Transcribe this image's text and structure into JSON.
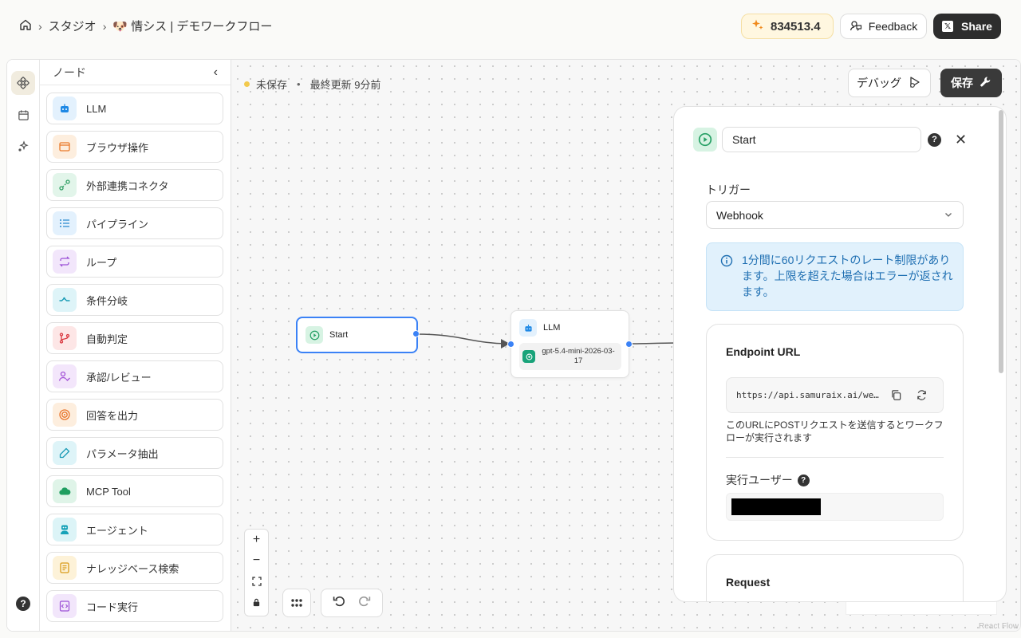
{
  "breadcrumb": {
    "home_icon": "home-icon",
    "studio": "スタジオ",
    "workflow": "🐶 情シス | デモワークフロー"
  },
  "header": {
    "credits": "834513.4",
    "feedback_label": "Feedback",
    "share_label": "Share"
  },
  "sidebar": {
    "title": "ノード",
    "items": [
      {
        "label": "LLM",
        "icon": "robot-icon",
        "color": "#1e88e5",
        "bg": "#e3f1fd"
      },
      {
        "label": "ブラウザ操作",
        "icon": "browser-icon",
        "color": "#ea7a2a",
        "bg": "#fdeede"
      },
      {
        "label": "外部連携コネクタ",
        "icon": "connector-icon",
        "color": "#2e9e63",
        "bg": "#e2f5ea"
      },
      {
        "label": "パイプライン",
        "icon": "list-icon",
        "color": "#2b8bd0",
        "bg": "#e3f1fd"
      },
      {
        "label": "ループ",
        "icon": "loop-icon",
        "color": "#9b4fd6",
        "bg": "#f2e6fb"
      },
      {
        "label": "条件分岐",
        "icon": "branch-icon",
        "color": "#1a9bb5",
        "bg": "#def4f8"
      },
      {
        "label": "自動判定",
        "icon": "fork-icon",
        "color": "#d9363e",
        "bg": "#fde6e6"
      },
      {
        "label": "承認/レビュー",
        "icon": "user-check-icon",
        "color": "#a24fd6",
        "bg": "#f3e6fb"
      },
      {
        "label": "回答を出力",
        "icon": "target-icon",
        "color": "#e8742a",
        "bg": "#fdeede"
      },
      {
        "label": "パラメータ抽出",
        "icon": "pipette-icon",
        "color": "#1a9bb5",
        "bg": "#def4f8"
      },
      {
        "label": "MCP Tool",
        "icon": "cloud-icon",
        "color": "#1f9e60",
        "bg": "#dff4e8"
      },
      {
        "label": "エージェント",
        "icon": "agent-icon",
        "color": "#17a2b8",
        "bg": "#dcf4f7"
      },
      {
        "label": "ナレッジベース検索",
        "icon": "document-icon",
        "color": "#d99b1a",
        "bg": "#fdf2d8"
      },
      {
        "label": "コード実行",
        "icon": "code-icon",
        "color": "#9b4fd6",
        "bg": "#f2e6fb"
      }
    ]
  },
  "canvas": {
    "unsaved": "未保存",
    "last_updated": "最終更新 9分前",
    "debug_label": "デバッグ",
    "save_label": "保存",
    "react_flow": "React Flow",
    "start_node": "Start",
    "llm_node": "LLM",
    "llm_model": "gpt-5.4-mini-2026-03-17"
  },
  "props": {
    "node_name": "Start",
    "trigger_label": "トリガー",
    "trigger_value": "Webhook",
    "info": "1分間に60リクエストのレート制限があります。上限を超えた場合はエラーが返されます。",
    "endpoint_title": "Endpoint URL",
    "endpoint_url": "https://api.samuraix.ai/we…",
    "endpoint_note": "このURLにPOSTリクエストを送信するとワークフローが実行されます",
    "exec_user_label": "実行ユーザー",
    "request_title": "Request"
  }
}
